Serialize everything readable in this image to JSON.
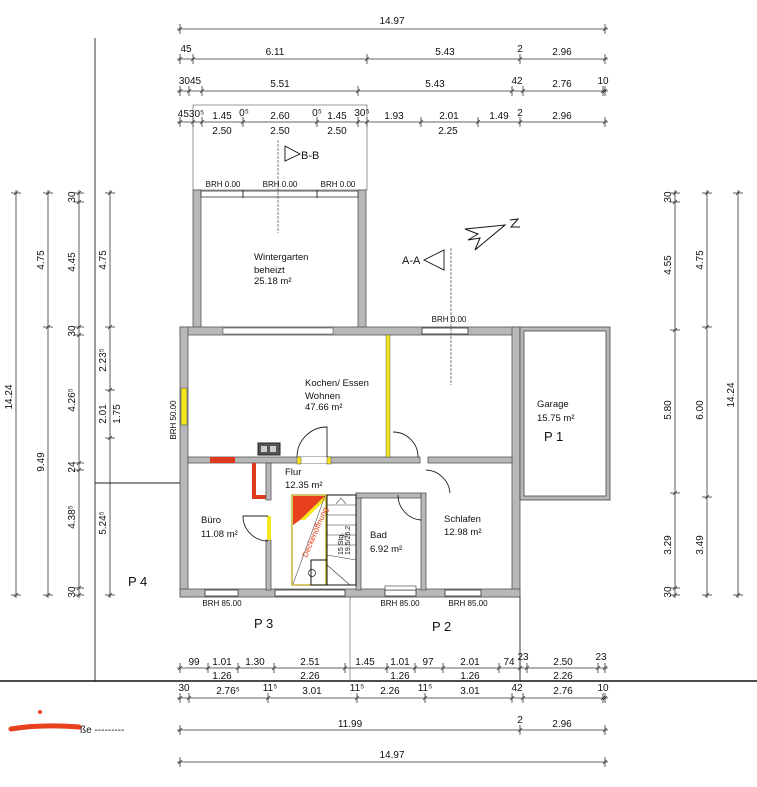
{
  "dimensions": {
    "top1": [
      "14.97"
    ],
    "top2": [
      "45",
      "6.11",
      "5.43",
      "2",
      "2.96"
    ],
    "top3": [
      "3045",
      "5.51",
      "5.43",
      "42",
      "2.76",
      "10"
    ],
    "top4": [
      "4530⁵",
      "1.45",
      "0⁵",
      "2.60",
      "0⁵",
      "1.45",
      "30⁵",
      "1.93",
      "2.01",
      "1.49",
      "2",
      "2.96"
    ],
    "top4_lower": [
      "2.50",
      "2.50",
      "2.50",
      "2.25"
    ],
    "bottom1": [
      "99",
      "1.01",
      "1.30",
      "2.51",
      "1.45",
      "1.01",
      "97",
      "2.01",
      "74",
      "23",
      "2.50",
      "23"
    ],
    "bottom1_lower": [
      "1.26",
      "2.26",
      "1.26",
      "1.26",
      "2.26"
    ],
    "bottom2": [
      "30",
      "2.76⁵",
      "11⁵",
      "3.01",
      "11⁵",
      "2.26",
      "11⁵",
      "3.01",
      "42",
      "2.76",
      "10"
    ],
    "bottom3": [
      "11.99",
      "2",
      "2.96"
    ],
    "bottom4": [
      "14.97"
    ],
    "left1": [
      "14.24"
    ],
    "left2": [
      "4.75",
      "9.49"
    ],
    "left3": [
      "30",
      "4.45",
      "30",
      "4.26⁵",
      "24",
      "4.38⁵",
      "30"
    ],
    "left4": [
      "4.75",
      "2.23⁵",
      "2.01",
      "1.75",
      "5.24⁵"
    ],
    "right1": [
      "30",
      "4.55",
      "5.80",
      "3.29",
      "30"
    ],
    "right2": [
      "4.75",
      "6.00",
      "3.49"
    ],
    "right3": [
      "14.24"
    ]
  },
  "rooms": {
    "wintergarten": {
      "name": "Wintergarten",
      "sub": "beheizt",
      "area": "25.18 m²"
    },
    "kochen": {
      "name": "Kochen/ Essen",
      "sub": "Wohnen",
      "area": "47.66 m²"
    },
    "garage": {
      "name": "Garage",
      "area": "15.75 m²",
      "parking": "P 1"
    },
    "flur": {
      "name": "Flur",
      "area": "12.35 m²"
    },
    "buero": {
      "name": "Büro",
      "area": "11.08 m²"
    },
    "bad": {
      "name": "Bad",
      "area": "6.92 m²"
    },
    "schlafen": {
      "name": "Schlafen",
      "area": "12.98 m²"
    }
  },
  "parking": {
    "p2": "P 2",
    "p3": "P 3",
    "p4": "P 4"
  },
  "brh": {
    "wg1": "BRH 0.00",
    "wg2": "BRH 0.00",
    "wg3": "BRH 0.00",
    "main_top": "BRH 0.00",
    "left": "BRH 50.00",
    "bottom1": "BRH 85.00",
    "bottom2": "BRH 85.00",
    "bottom3": "BRH 85.00"
  },
  "sections": {
    "bb": "B-B",
    "aa": "A-A"
  },
  "stair": {
    "opening": "Deckenöffnung",
    "steps": "15 Stg.",
    "ratio": "19.5/26.2"
  },
  "street": "ße ---------",
  "colors": {
    "wall": "#b8b8b8",
    "window_yellow": "#f5e61c",
    "chimney_red": "#e03a1e",
    "brh_red": "#e8401c"
  }
}
